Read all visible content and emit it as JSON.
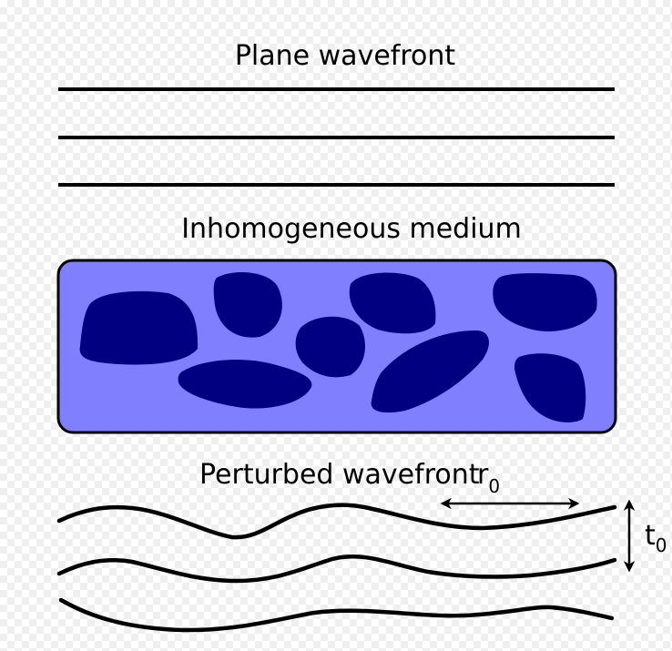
{
  "diagram": {
    "titles": {
      "plane": "Plane wavefront",
      "medium": "Inhomogeneous medium",
      "perturbed": "Perturbed wavefront"
    },
    "annotations": {
      "r0_main": "r",
      "r0_sub": "0",
      "t0_main": "t",
      "t0_sub": "0"
    },
    "colors": {
      "medium_fill": "#8080ff",
      "blob_fill": "#000080",
      "stroke": "#000000"
    }
  }
}
